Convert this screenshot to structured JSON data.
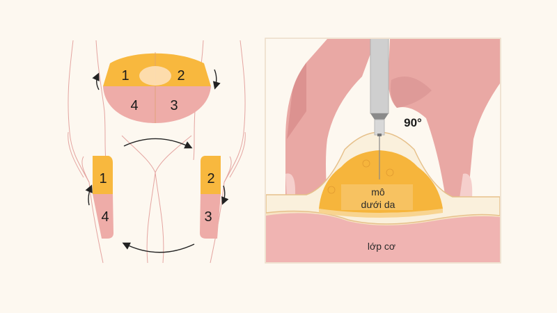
{
  "colors": {
    "background": "#fdf8f0",
    "zone_yellow": "#f8b83e",
    "zone_pink": "#eeaca8",
    "skin": "#e9a8a4",
    "fat": "#f6b53c",
    "dermis": "#faf0dc",
    "muscle": "#f0b4b2"
  },
  "body_map": {
    "abdomen_zones": [
      "1",
      "2",
      "4",
      "3"
    ],
    "left_thigh_zones": [
      "1",
      "4"
    ],
    "right_thigh_zones": [
      "2",
      "3"
    ]
  },
  "injection": {
    "angle_label": "90°",
    "fat_label_line1": "mô",
    "fat_label_line2": "dưới da",
    "muscle_label": "lớp cơ"
  }
}
